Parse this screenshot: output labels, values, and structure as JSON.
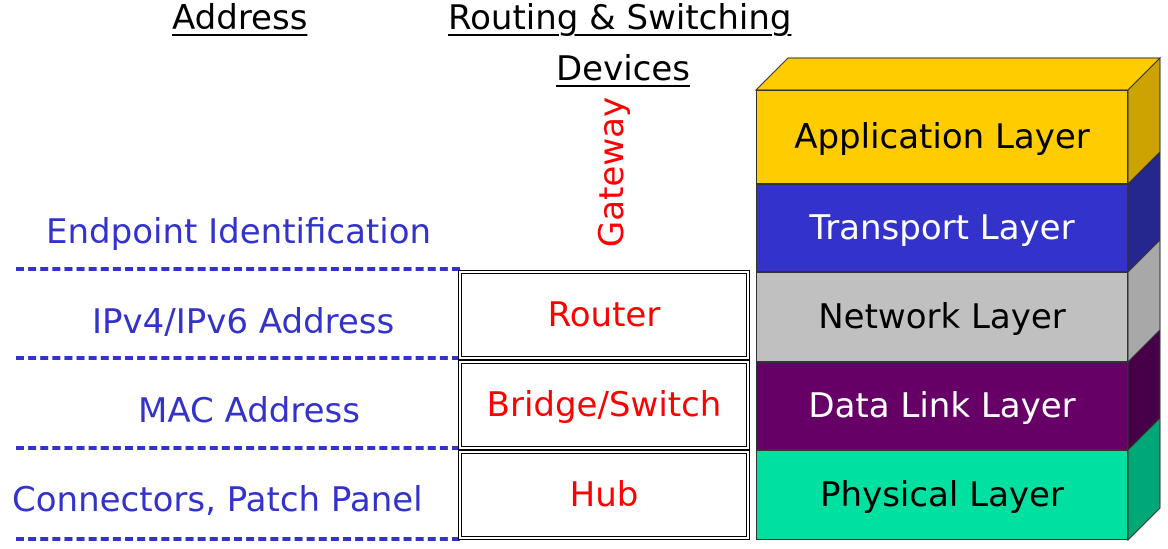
{
  "headings": {
    "address": "Address",
    "routing_switching_line1": "Routing & Switching",
    "routing_switching_line2": "Devices"
  },
  "addresses": [
    "Endpoint Identification",
    "IPv4/IPv6 Address",
    "MAC Address",
    "Connectors, Patch Panel"
  ],
  "gateway": "Gateway",
  "devices": [
    "Router",
    "Bridge/Switch",
    "Hub"
  ],
  "layers": [
    {
      "label": "Application Layer",
      "color": "#ffcc00",
      "text_color": "#000000"
    },
    {
      "label": "Transport Layer",
      "color": "#3333cc",
      "text_color": "#ffffff"
    },
    {
      "label": "Network Layer",
      "color": "#c0c0c0",
      "text_color": "#000000"
    },
    {
      "label": "Data Link Layer",
      "color": "#660066",
      "text_color": "#ffffff"
    },
    {
      "label": "Physical Layer",
      "color": "#00e0a0",
      "text_color": "#000000"
    }
  ],
  "colors": {
    "address_text": "#3333cc",
    "device_text": "#ff0000",
    "stack_top": "#ffcc00",
    "stack_side": "#cca300"
  }
}
